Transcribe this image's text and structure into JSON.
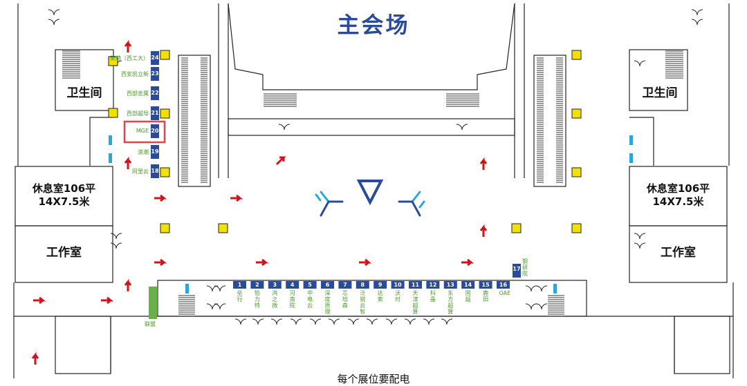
{
  "map": {
    "title": "主会场",
    "caption": "每个展位要配电",
    "rooms": {
      "restroom_left": "卫生间",
      "restroom_right": "卫生间",
      "lounge_left_line1": "休息室106平",
      "lounge_left_line2": "14X7.5米",
      "lounge_right_line1": "休息室106平",
      "lounge_right_line2": "14X7.5米",
      "studio_left": "工作室",
      "studio_right": "工作室"
    },
    "left_booths": [
      {
        "num": "24",
        "name": "莱特（西工大）"
      },
      {
        "num": "23",
        "name": "西安凯立新"
      },
      {
        "num": "22",
        "name": "西部金属"
      },
      {
        "num": "21",
        "name": "西部超导"
      },
      {
        "num": "20",
        "name": "MGE",
        "highlighted": true
      },
      {
        "num": "19",
        "name": "浪潮"
      },
      {
        "num": "18",
        "name": "阿里云"
      }
    ],
    "bottom_booths": [
      {
        "num": "1",
        "name": "垒行"
      },
      {
        "num": "2",
        "name": "铂力特"
      },
      {
        "num": "3",
        "name": "鸿之微"
      },
      {
        "num": "4",
        "name": "河南院"
      },
      {
        "num": "5",
        "name": "中电云"
      },
      {
        "num": "6",
        "name": "深度原理"
      },
      {
        "num": "7",
        "name": "芯培森"
      },
      {
        "num": "8",
        "name": "泛锐云智"
      },
      {
        "num": "9",
        "name": "达索"
      },
      {
        "num": "10",
        "name": "沃时"
      },
      {
        "num": "11",
        "name": "天津超算"
      },
      {
        "num": "12",
        "name": "科晶"
      },
      {
        "num": "13",
        "name": "东方超算"
      },
      {
        "num": "14",
        "name": "国超"
      },
      {
        "num": "15",
        "name": "鹿田"
      },
      {
        "num": "16",
        "name": "OAE"
      }
    ],
    "booth17": {
      "num": "17",
      "name": "钢研院"
    },
    "alliance": "联盟",
    "colors": {
      "booth_blue": "#2a4a9a",
      "label_green": "#4a9a2a",
      "arrow_red": "#d0121b",
      "pillar_yellow": "#f2e000",
      "highlight_red": "#e0454b",
      "logo_blue": "#2a4a9a",
      "logo_cyan": "#2aa7d8"
    }
  }
}
